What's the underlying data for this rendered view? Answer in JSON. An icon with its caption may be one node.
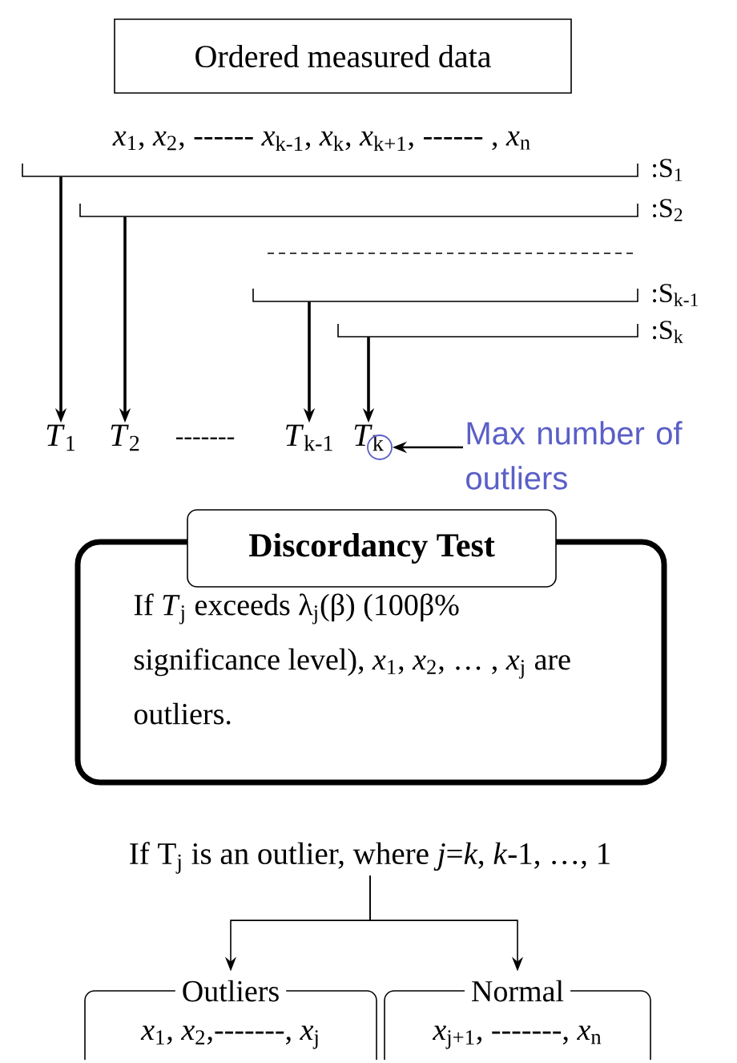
{
  "diagram": {
    "nodes": [
      {
        "text": [
          "Ordered measured data"
        ]
      },
      {
        "text": [],
        "shape": "bracket",
        "beside": [
          ":S$_{1}$"
        ]
      },
      {
        "text": [],
        "shape": "bracket",
        "beside": [
          ":S$_{2}$"
        ]
      },
      {
        "text": [],
        "shape": "bracket",
        "beside": [
          ":S$_{k-1}$"
        ]
      },
      {
        "text": [],
        "shape": "bracket",
        "beside": [
          ":S$_{k}$"
        ]
      },
      {
        "text": [
          "*T*$_{1}$"
        ]
      },
      {
        "text": [
          "*T*$_{2}$"
        ]
      },
      {
        "text": [
          "*T*$_{k-1}$"
        ]
      },
      {
        "text": [
          "*T*$_{k}$"
        ]
      },
      {
        "text": [],
        "shape": "circle"
      },
      {
        "text": [
          "Max number of outliers"
        ]
      },
      {
        "text": [
          "Discordancy Test",
          "If *T*$_{j}$ exceeds λ$_{j}$(β) (100β% significance level), *x*$_{1}$, *x*$_{2}$, … , *x*$_{j}$ are outliers."
        ]
      },
      {
        "text": [
          "If T$_{j}$ is an outlier, where *j*=*k*, *k*-1, …, 1"
        ]
      },
      {
        "text": [
          "Outliers",
          "*x*$_{1}$, *x*$_{2}$,-------, *x*$_{j}$"
        ]
      },
      {
        "text": [
          "Normal",
          "*x*$_{j+1}$, -------, *x*$_{n}$"
        ]
      }
    ],
    "edges": [
      {
        "from": 1,
        "to": 5,
        "arrow": "to"
      },
      {
        "from": 2,
        "to": 6,
        "arrow": "to"
      },
      {
        "from": 3,
        "to": 7,
        "arrow": "to"
      },
      {
        "from": 4,
        "to": 8,
        "arrow": "to"
      },
      {
        "from": 10,
        "to": 9,
        "arrow": "to"
      },
      {
        "from": 12,
        "to": 13,
        "arrow": "to"
      },
      {
        "from": 12,
        "to": 14,
        "arrow": "to"
      }
    ],
    "labels": [
      "*x*$_{1}$, *x*$_{2}$, ------ *x*$_{k-1}$, *x*$_{k}$, *x*$_{k+1}$, ------ , *x*$_{n}$",
      "-------"
    ]
  }
}
